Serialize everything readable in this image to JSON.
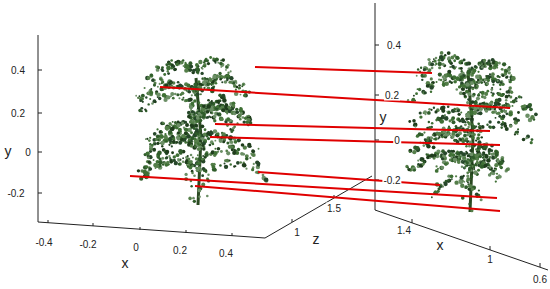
{
  "diagram": {
    "labels": [
      "0.4",
      "0.2",
      "y",
      "0",
      "-0.2",
      "-0.4",
      "-0.2",
      "0",
      "0.2",
      "0.4",
      "x",
      "1",
      "1.5",
      "z",
      "0.4",
      "0.2",
      "y",
      "0",
      "-0.2",
      "1.4",
      "x",
      "1",
      "0.6"
    ]
  }
}
